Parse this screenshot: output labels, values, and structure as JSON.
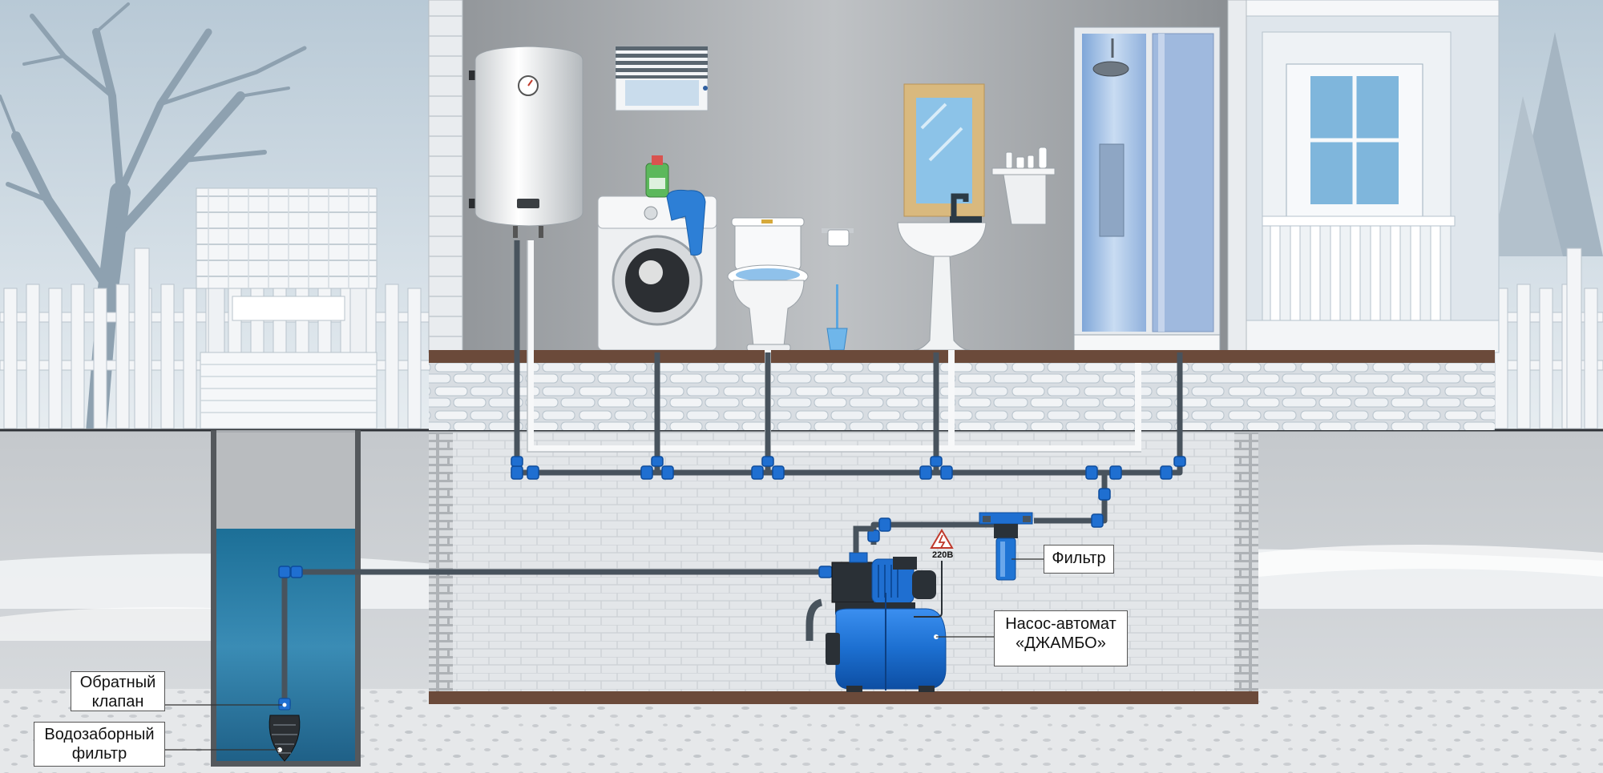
{
  "labels": {
    "filter": "Фильтр",
    "pump_line1": "Насос-автомат",
    "pump_line2": "«ДЖАМБО»",
    "check_valve_line1": "Обратный",
    "check_valve_line2": "клапан",
    "intake_filter_line1": "Водозаборный",
    "intake_filter_line2": "фильтр",
    "voltage": "220В"
  },
  "colors": {
    "pipe": "#4a5560",
    "fitting": "#1f6fd1",
    "water": "#2e7fa6",
    "pump_tank": "#1f74d4",
    "floor_beam": "#6b4a3a",
    "sky": "#c9d6e0"
  },
  "icons": [
    "warning-voltage-icon",
    "water-heater-icon",
    "washing-machine-icon",
    "toilet-icon",
    "sink-icon",
    "shower-cabin-icon",
    "window-icon",
    "mirror-icon",
    "toilet-paper-icon",
    "toilet-brush-icon",
    "detergent-bottle-icon",
    "towel-icon",
    "shelf-icon"
  ]
}
